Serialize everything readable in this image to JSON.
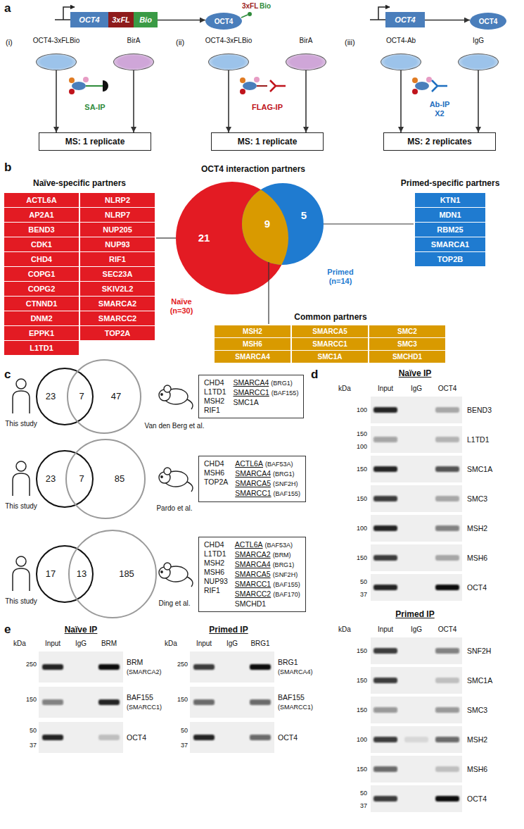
{
  "diagram": {
    "nodes": [
      {
        "text": [
          "OCT4"
        ]
      },
      {
        "text": [
          "3xFL"
        ]
      },
      {
        "text": [
          "Bio"
        ]
      },
      {
        "text": [
          "OCT4"
        ]
      },
      {
        "text": [
          "OCT4"
        ]
      },
      {
        "text": [
          "OCT4"
        ]
      },
      {
        "text": [
          "OCT4-3xFLBio"
        ]
      },
      {
        "text": [
          "BirA"
        ]
      },
      {
        "text": [
          "OCT4-3xFLBio"
        ]
      },
      {
        "text": [
          "BirA"
        ]
      },
      {
        "text": [
          "OCT4-Ab"
        ]
      },
      {
        "text": [
          "IgG"
        ]
      },
      {
        "text": [
          "MS: 1 replicate"
        ]
      },
      {
        "text": [
          "MS: 1 replicate"
        ]
      },
      {
        "text": [
          "MS: 2 replicates"
        ]
      },
      {
        "text": [
          "ACTL6A"
        ]
      },
      {
        "text": [
          "AP2A1"
        ]
      },
      {
        "text": [
          "BEND3"
        ]
      },
      {
        "text": [
          "CDK1"
        ]
      },
      {
        "text": [
          "CHD4"
        ]
      },
      {
        "text": [
          "COPG1"
        ]
      },
      {
        "text": [
          "COPG2"
        ]
      },
      {
        "text": [
          "CTNND1"
        ]
      },
      {
        "text": [
          "DNM2"
        ]
      },
      {
        "text": [
          "EPPK1"
        ]
      },
      {
        "text": [
          "L1TD1"
        ]
      },
      {
        "text": [
          "NLRP2"
        ]
      },
      {
        "text": [
          "NLRP7"
        ]
      },
      {
        "text": [
          "NUP205"
        ]
      },
      {
        "text": [
          "NUP93"
        ]
      },
      {
        "text": [
          "RIF1"
        ]
      },
      {
        "text": [
          "SEC23A"
        ]
      },
      {
        "text": [
          "SKIV2L2"
        ]
      },
      {
        "text": [
          "SMARCA2"
        ]
      },
      {
        "text": [
          "SMARCC2"
        ]
      },
      {
        "text": [
          "TOP2A"
        ]
      },
      {
        "text": [
          "KTN1"
        ]
      },
      {
        "text": [
          "MDN1"
        ]
      },
      {
        "text": [
          "RBM25"
        ]
      },
      {
        "text": [
          "SMARCA1"
        ]
      },
      {
        "text": [
          "TOP2B"
        ]
      },
      {
        "text": [
          "MSH2"
        ]
      },
      {
        "text": [
          "SMARCA5"
        ]
      },
      {
        "text": [
          "SMC2"
        ]
      },
      {
        "text": [
          "MSH6"
        ]
      },
      {
        "text": [
          "SMARCC1"
        ]
      },
      {
        "text": [
          "SMC3"
        ]
      },
      {
        "text": [
          "SMARCA4"
        ]
      },
      {
        "text": [
          "SMC1A"
        ]
      },
      {
        "text": [
          "SMCHD1"
        ]
      },
      {
        "text": [
          "CHD4",
          "L1TD1",
          "MSH2",
          "RIF1",
          "SMARCA4",
          "(BRG1)",
          "SMARCC1",
          "(BAF155)",
          "SMC1A"
        ]
      },
      {
        "text": [
          "CHD4",
          "MSH6",
          "TOP2A",
          "ACTL6A",
          "(BAF53A)",
          "SMARCA4",
          "(BRG1)",
          "SMARCA5",
          "(SNF2H)",
          "SMARCC1",
          "(BAF155)"
        ]
      },
      {
        "text": [
          "CHD4",
          "L1TD1",
          "MSH2",
          "MSH6",
          "NUP93",
          "RIF1",
          "ACTL6A",
          "(BAF53A)",
          "SMARCA2",
          "(BRM)",
          "SMARCA4",
          "(BRG1)",
          "SMARCA5",
          "(SNF2H)",
          "SMARCC1",
          "(BAF155)",
          "SMARCC2",
          "(BAF170)",
          "SMCHD1"
        ]
      }
    ],
    "edges": [
      {
        "from": 2,
        "to": 3,
        "arrow": "to"
      },
      {
        "from": 4,
        "to": 5,
        "arrow": "to"
      },
      {
        "from": 6,
        "to": 12,
        "arrow": "to"
      },
      {
        "from": 7,
        "to": 12,
        "arrow": "to"
      },
      {
        "from": 8,
        "to": 13,
        "arrow": "to"
      },
      {
        "from": 9,
        "to": 13,
        "arrow": "to"
      },
      {
        "from": 10,
        "to": 14,
        "arrow": "to"
      },
      {
        "from": 11,
        "to": 14,
        "arrow": "to"
      }
    ],
    "labels": [
      "a",
      "3xFL",
      "Bio",
      "(i)",
      "(ii)",
      "(iii)",
      "SA-IP",
      "FLAG-IP",
      "Ab-IP X2",
      "b",
      "OCT4 interaction partners",
      "Naïve-specific partners",
      "Primed-specific partners",
      "21",
      "9",
      "5",
      "Naïve (n=30)",
      "Primed (n=14)",
      "Common partners",
      "c",
      "This study",
      "23",
      "7",
      "47",
      "Van den Berg et al.",
      "This study",
      "23",
      "7",
      "85",
      "Pardo et al.",
      "This study",
      "17",
      "13",
      "185",
      "Ding et al.",
      "d",
      "Naïve IP",
      "kDa",
      "Input",
      "IgG",
      "OCT4",
      "100",
      "BEND3",
      "150",
      "100",
      "L1TD1",
      "150",
      "SMC1A",
      "150",
      "SMC3",
      "100",
      "MSH2",
      "150",
      "MSH6",
      "50",
      "37",
      "OCT4",
      "Primed IP",
      "kDa",
      "Input",
      "IgG",
      "OCT4",
      "150",
      "SNF2H",
      "150",
      "SMC1A",
      "150",
      "SMC3",
      "100",
      "MSH2",
      "150",
      "MSH6",
      "50",
      "37",
      "OCT4",
      "e",
      "Naïve IP",
      "kDa",
      "Input",
      "IgG",
      "BRM",
      "250",
      "BRM",
      "(SMARCA2)",
      "150",
      "BAF155",
      "(SMARCC1)",
      "50",
      "37",
      "OCT4",
      "Primed IP",
      "kDa",
      "Input",
      "IgG",
      "BRG1",
      "250",
      "BRG1",
      "(SMARCA4)",
      "150",
      "BAF155",
      "(SMARCC1)",
      "50",
      "37",
      "OCT4"
    ]
  }
}
